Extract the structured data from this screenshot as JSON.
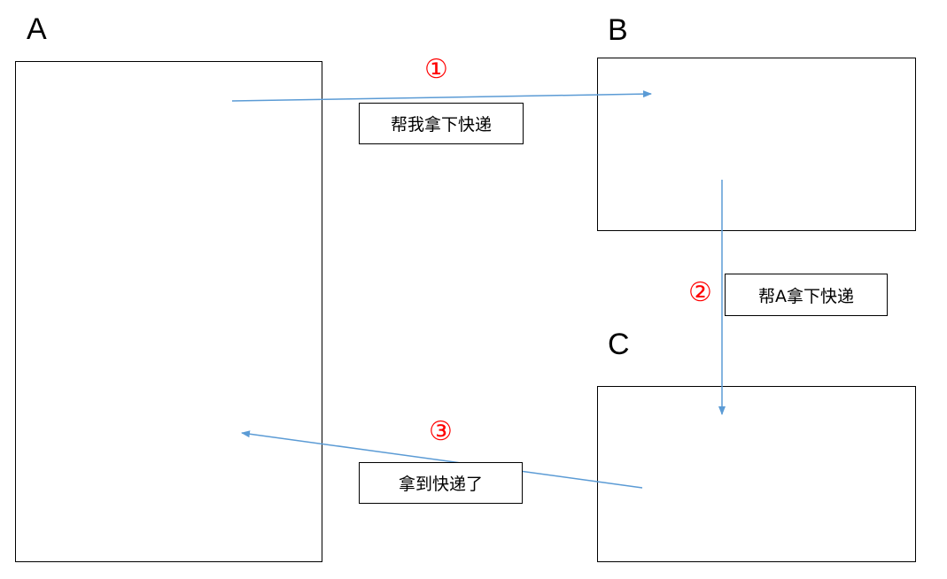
{
  "nodes": {
    "a": {
      "label": "A"
    },
    "b": {
      "label": "B"
    },
    "c": {
      "label": "C"
    }
  },
  "steps": {
    "one": {
      "number": "①",
      "message": "帮我拿下快递"
    },
    "two": {
      "number": "②",
      "message": "帮A拿下快递"
    },
    "three": {
      "number": "③",
      "message": "拿到快递了"
    }
  },
  "colors": {
    "arrow": "#5b9bd5",
    "step_number": "#ff0000",
    "box_border": "#000000"
  }
}
